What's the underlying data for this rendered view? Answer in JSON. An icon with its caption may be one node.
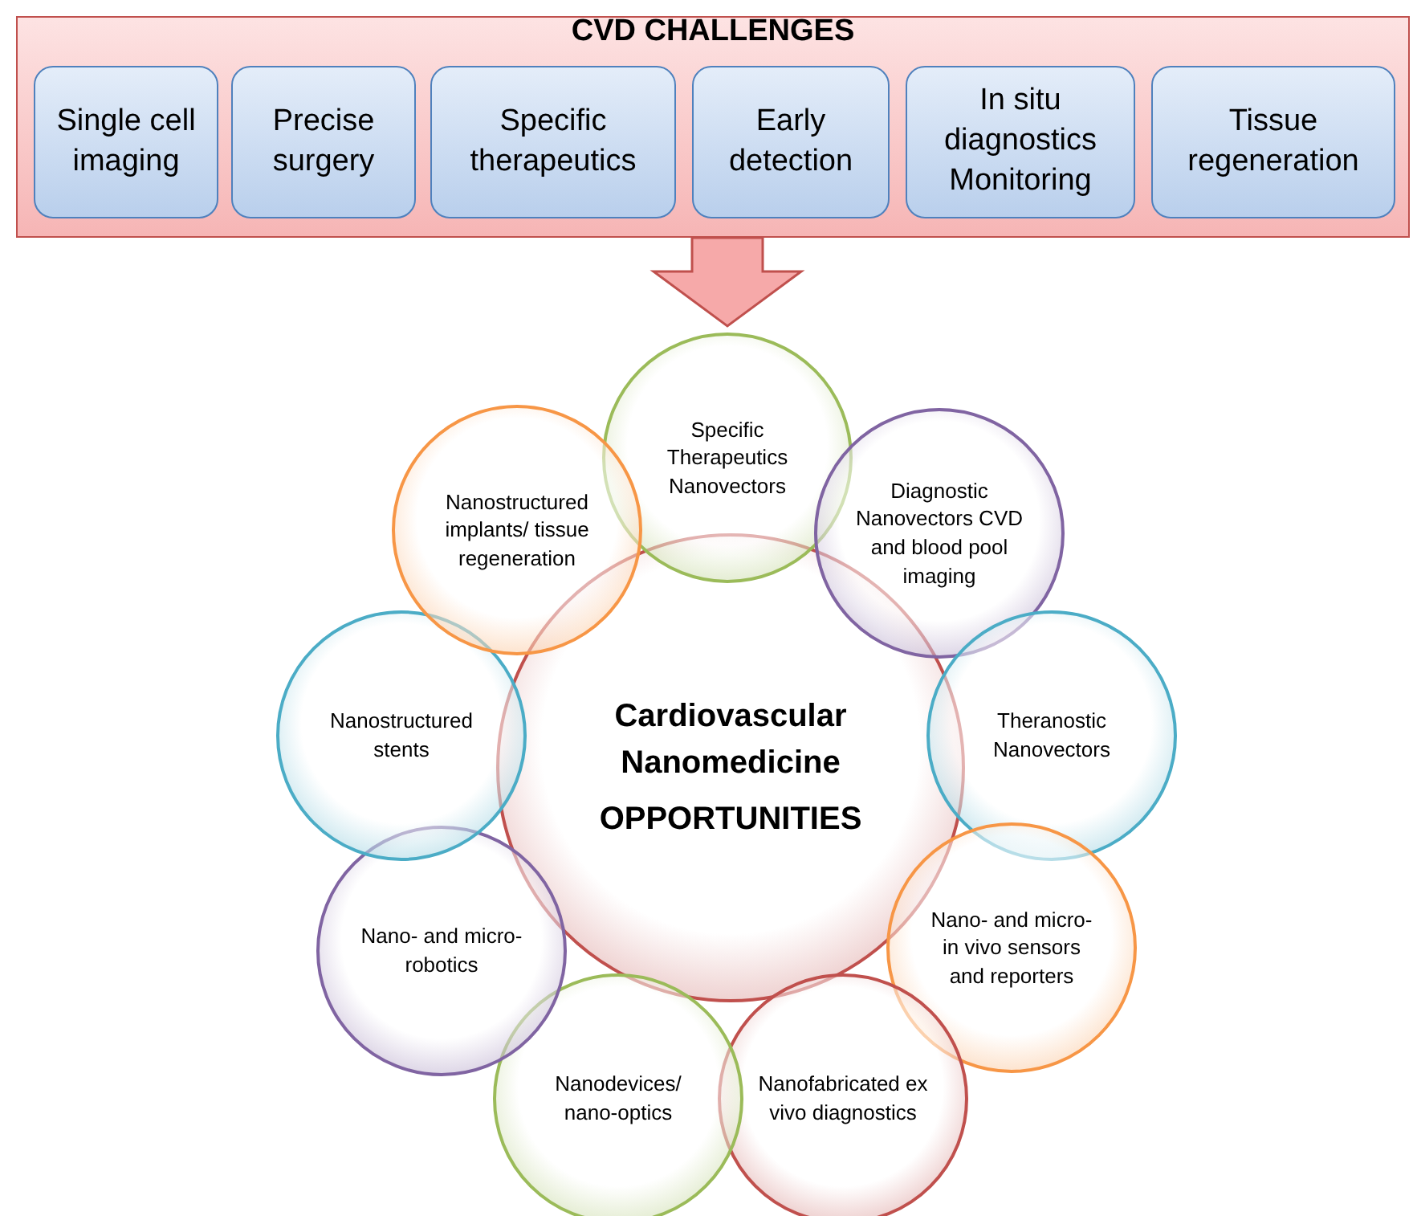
{
  "diagram": {
    "nodes": [
      {
        "text": [
          "CVD CHALLENGES"
        ]
      },
      {
        "text": [
          "Single cell imaging"
        ],
        "in": 0
      },
      {
        "text": [
          "Precise surgery"
        ],
        "in": 0
      },
      {
        "text": [
          "Specific therapeutics"
        ],
        "in": 0
      },
      {
        "text": [
          "Early detection"
        ],
        "in": 0
      },
      {
        "text": [
          "In situ diagnostics Monitoring"
        ],
        "in": 0
      },
      {
        "text": [
          "Tissue regeneration"
        ],
        "in": 0
      },
      {
        "text": [
          "Cardiovascular Nanomedicine",
          "OPPORTUNITIES"
        ]
      },
      {
        "text": [
          "Specific Therapeutics Nanovectors"
        ]
      },
      {
        "text": [
          "Diagnostic Nanovectors CVD and blood pool imaging"
        ]
      },
      {
        "text": [
          "Theranostic Nanovectors"
        ]
      },
      {
        "text": [
          "Nano- and micro- in vivo sensors and reporters"
        ]
      },
      {
        "text": [
          "Nanofabricated ex vivo diagnostics"
        ]
      },
      {
        "text": [
          "Nanodevices/ nano-optics"
        ]
      },
      {
        "text": [
          "Nano- and micro-robotics"
        ]
      },
      {
        "text": [
          "Nanostructured stents"
        ]
      },
      {
        "text": [
          "Nanostructured implants/ tissue regeneration"
        ]
      }
    ],
    "edges": [
      {
        "from": 0,
        "to": 8,
        "arrow": "to",
        "style": "thick"
      }
    ]
  }
}
